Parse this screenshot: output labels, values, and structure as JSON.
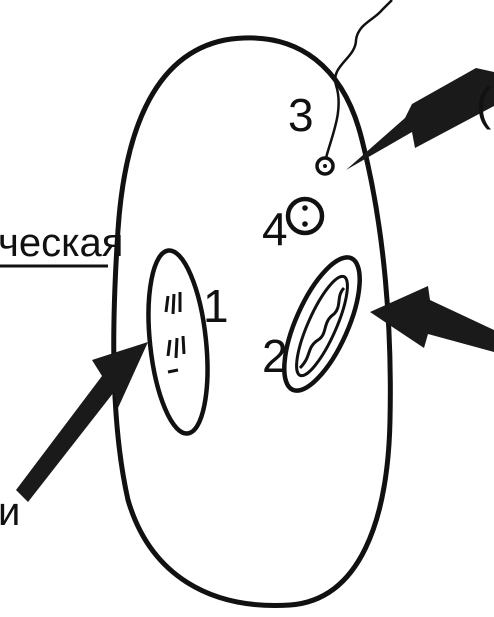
{
  "labels": {
    "n1": "1",
    "n2": "2",
    "n3": "3",
    "n4": "4",
    "left_fragment": "ческая",
    "bottom_fragment": "и",
    "right_fragment": "("
  },
  "colors": {
    "ink": "#111111",
    "background": "#ffffff"
  }
}
